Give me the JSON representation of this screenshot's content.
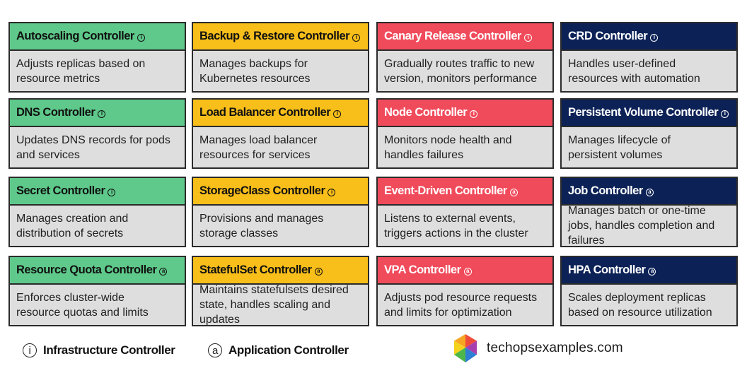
{
  "colors": {
    "green": "#5ec98a",
    "yellow": "#f8be1a",
    "red": "#f04b5b",
    "navy": "#0c2257",
    "body_gray": "#dedede"
  },
  "icon_symbols": {
    "infrastructure": "i",
    "application": "a"
  },
  "columns": [
    {
      "color": "green",
      "cards": [
        {
          "title": "Autoscaling Controller",
          "type": "infrastructure",
          "desc": [
            "Adjusts replicas based on",
            "resource metrics"
          ]
        },
        {
          "title": "DNS Controller",
          "type": "infrastructure",
          "desc": [
            "Updates DNS records for pods",
            "and services"
          ]
        },
        {
          "title": "Secret Controller",
          "type": "infrastructure",
          "desc": [
            "Manages creation and",
            "distribution of secrets"
          ]
        },
        {
          "title": "Resource Quota Controller",
          "type": "application",
          "desc": [
            "Enforces cluster-wide",
            "resource quotas and limits"
          ]
        }
      ]
    },
    {
      "color": "yellow",
      "cards": [
        {
          "title": "Backup & Restore Controller",
          "type": "infrastructure",
          "desc": [
            "Manages backups for",
            "Kubernetes resources"
          ]
        },
        {
          "title": "Load Balancer Controller",
          "type": "infrastructure",
          "desc": [
            "Manages load balancer",
            "resources for services"
          ]
        },
        {
          "title": "StorageClass Controller",
          "type": "infrastructure",
          "desc": [
            "Provisions and manages",
            "storage classes"
          ]
        },
        {
          "title": "StatefulSet Controller",
          "type": "application",
          "desc": [
            "Maintains statefulsets desired",
            "state, handles scaling and",
            "updates"
          ]
        }
      ]
    },
    {
      "color": "red",
      "cards": [
        {
          "title": "Canary Release Controller",
          "type": "infrastructure",
          "desc": [
            "Gradually routes traffic to new",
            "version, monitors performance"
          ]
        },
        {
          "title": "Node Controller",
          "type": "infrastructure",
          "desc": [
            "Monitors node health and",
            "handles failures"
          ]
        },
        {
          "title": "Event-Driven Controller",
          "type": "application",
          "desc": [
            "Listens to external events,",
            "triggers actions in the cluster"
          ]
        },
        {
          "title": "VPA Controller",
          "type": "application",
          "desc": [
            "Adjusts pod resource requests",
            "and limits for optimization"
          ]
        }
      ]
    },
    {
      "color": "navy",
      "cards": [
        {
          "title": "CRD Controller",
          "type": "infrastructure",
          "desc": [
            "Handles user-defined",
            "resources with automation"
          ]
        },
        {
          "title": "Persistent Volume Controller",
          "type": "infrastructure",
          "desc": [
            "Manages lifecycle of",
            "persistent volumes"
          ]
        },
        {
          "title": "Job Controller",
          "type": "application",
          "desc": [
            "Manages batch or one-time",
            "jobs, handles completion and",
            "failures"
          ]
        },
        {
          "title": "HPA Controller",
          "type": "application",
          "desc": [
            "Scales deployment replicas",
            "based on resource utilization"
          ]
        }
      ]
    }
  ],
  "legend": {
    "infrastructure": {
      "symbol": "i",
      "label": "Infrastructure Controller"
    },
    "application": {
      "symbol": "a",
      "label": "Application Controller"
    }
  },
  "brand": {
    "name": "techopsexamples.com",
    "logo_icon": "hexagon-cube-logo"
  }
}
